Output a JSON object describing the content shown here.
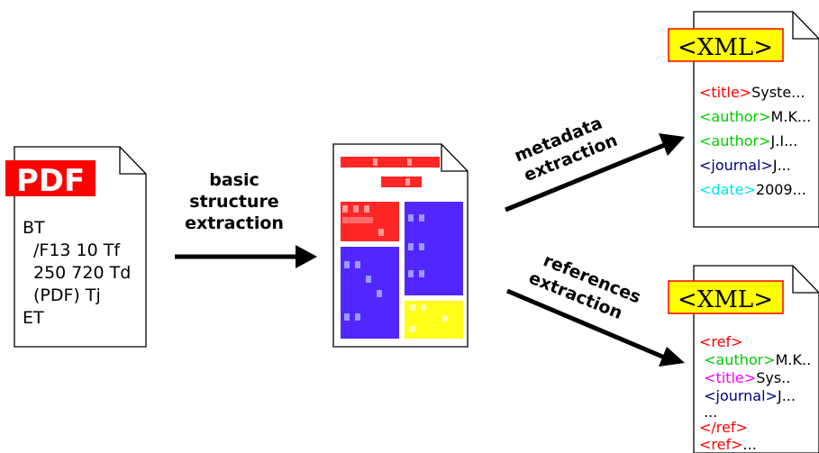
{
  "pdf_doc": {
    "badge": "PDF",
    "lines": [
      "BT",
      "/F13 10 Tf",
      "250 720 Td",
      "(PDF) Tj",
      "ET"
    ]
  },
  "steps": {
    "basic": [
      "basic",
      "structure",
      "extraction"
    ],
    "metadata": [
      "metadata",
      "extraction"
    ],
    "references": [
      "references",
      "extraction"
    ]
  },
  "xml_meta": {
    "badge": "<XML>",
    "lines": [
      {
        "tag": "<title>",
        "text": "Syste...",
        "color": "#ff0000"
      },
      {
        "tag": "<author>",
        "text": "M.K...",
        "color": "#00cc00"
      },
      {
        "tag": "<author>",
        "text": "J.I...",
        "color": "#00cc00"
      },
      {
        "tag": "<journal>",
        "text": "J...",
        "color": "#000080"
      },
      {
        "tag": "<date>",
        "text": "2009...",
        "color": "#00e5e5"
      }
    ]
  },
  "xml_refs": {
    "badge": "<XML>",
    "lines": [
      {
        "tag": "<ref>",
        "text": "",
        "color": "#ff0000"
      },
      {
        "tag": " <author>",
        "text": "M.K..",
        "color": "#00cc00"
      },
      {
        "tag": " <title>",
        "text": "Sys..",
        "color": "#ff00ff"
      },
      {
        "tag": " <journal>",
        "text": "J...",
        "color": "#000080"
      },
      {
        "tag": "",
        "text": " ...",
        "color": "#000000"
      },
      {
        "tag": "</ref>",
        "text": "",
        "color": "#ff0000"
      },
      {
        "tag": "<ref>",
        "text": "...",
        "color": "#ff0000"
      }
    ]
  },
  "colors": {
    "red": "#ff0000",
    "blue": "#3300ff",
    "yellow": "#ffff00",
    "xml_badge_fill": "#ffff00",
    "xml_badge_border": "#ff0000"
  }
}
